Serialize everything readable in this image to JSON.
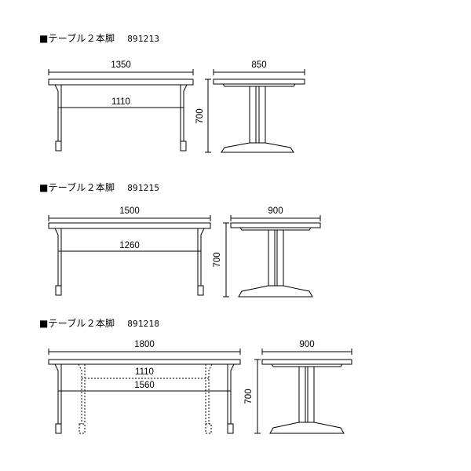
{
  "sections": [
    {
      "title": "■テーブル２本脚",
      "code": "891213",
      "width_label": "1350",
      "inner_label": "1110",
      "depth_label": "850",
      "height_label": "700"
    },
    {
      "title": "■テーブル２本脚",
      "code": "891215",
      "width_label": "1500",
      "inner_label": "1260",
      "depth_label": "900",
      "height_label": "700"
    },
    {
      "title": "■テーブル２本脚",
      "code": "891218",
      "width_label": "1800",
      "inner_label": "1110",
      "inner2_label": "1560",
      "depth_label": "900",
      "height_label": "700"
    }
  ],
  "colors": {
    "line": "#000000",
    "fill": "#ffffff"
  }
}
